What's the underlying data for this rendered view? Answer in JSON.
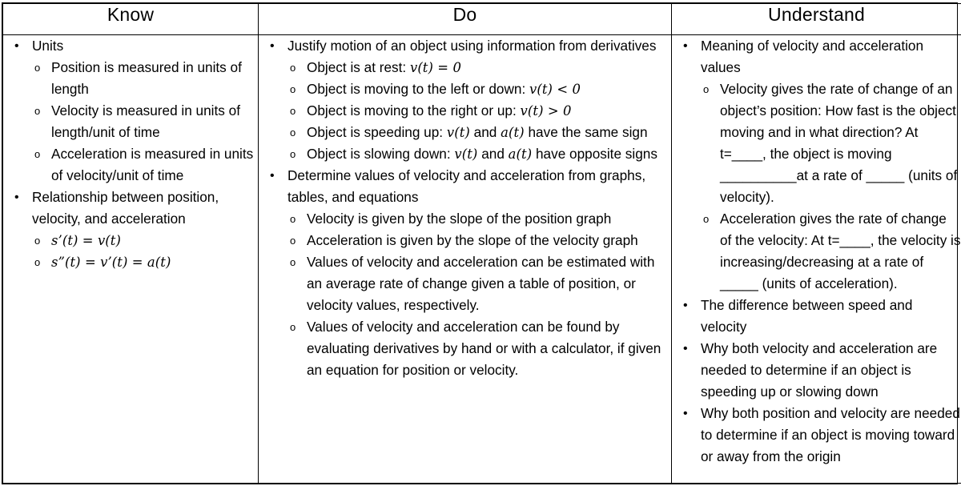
{
  "table": {
    "headers": [
      {
        "label": "Know"
      },
      {
        "label": "Do"
      },
      {
        "label": "Understand"
      }
    ],
    "bullet_glyphs": {
      "level1": "•",
      "level2": "o"
    },
    "columns": {
      "know": [
        {
          "level": 1,
          "text": "Units"
        },
        {
          "level": 2,
          "text": "Position is measured in units of length"
        },
        {
          "level": 2,
          "text": "Velocity is measured in units of length/unit of time"
        },
        {
          "level": 2,
          "text": "Acceleration is measured in units of velocity/unit of time"
        },
        {
          "level": 1,
          "text": "Relationship between position, velocity, and acceleration"
        },
        {
          "level": 2,
          "math": "s’(t) = v(t)"
        },
        {
          "level": 2,
          "math": "s”(t) = v’(t) = a(t)"
        }
      ],
      "do": [
        {
          "level": 1,
          "text": "Justify motion of an object using information from derivatives"
        },
        {
          "level": 2,
          "text": "Object is at rest: ",
          "math": "v(t) = 0"
        },
        {
          "level": 2,
          "text": "Object is moving to the left or down: ",
          "math": "v(t) < 0"
        },
        {
          "level": 2,
          "text": "Object is moving to the right or up: ",
          "math": "v(t) > 0"
        },
        {
          "level": 2,
          "text": "Object is speeding up:  ",
          "math": "v(t)",
          "text2": " and ",
          "math2": "a(t)",
          "text3": " have the same sign"
        },
        {
          "level": 2,
          "text": "Object is slowing down: ",
          "math": "v(t)",
          "text2": " and ",
          "math2": "a(t)",
          "text3": " have opposite signs"
        },
        {
          "level": 1,
          "text": "Determine values of velocity and acceleration from graphs, tables, and equations"
        },
        {
          "level": 2,
          "text": "Velocity is given by the slope of the position graph"
        },
        {
          "level": 2,
          "text": "Acceleration is given by the slope of the velocity graph"
        },
        {
          "level": 2,
          "text": "Values of velocity and acceleration can be estimated with an average rate of change given a table of position, or velocity values, respectively."
        },
        {
          "level": 2,
          "text": "Values of velocity and acceleration can be found by evaluating derivatives by hand or with a calculator, if given an equation for position or velocity."
        }
      ],
      "understand": [
        {
          "level": 1,
          "text": "Meaning of velocity and acceleration values"
        },
        {
          "level": 2,
          "text": "Velocity gives the rate of change of an object’s position: How fast is the object moving and in what direction? At t=____, the object is moving __________at a rate of _____ (units of velocity)."
        },
        {
          "level": 2,
          "text": "Acceleration gives the rate of change of the velocity: At t=____, the velocity is increasing/decreasing at a rate of _____ (units of acceleration)."
        },
        {
          "level": 1,
          "text": "The difference between speed and velocity"
        },
        {
          "level": 1,
          "text": "Why both velocity and acceleration are needed to determine if an object is speeding up or slowing down"
        },
        {
          "level": 1,
          "text": "Why both position and velocity are needed to determine if an object is moving toward or away from the origin"
        }
      ]
    }
  }
}
